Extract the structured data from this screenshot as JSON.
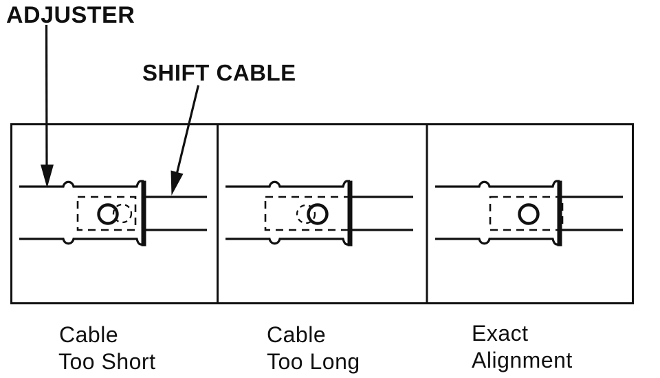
{
  "figure": {
    "callouts": {
      "adjuster": "ADJUSTER",
      "shift_cable": "SHIFT CABLE"
    },
    "panels": [
      {
        "caption_line1": "Cable",
        "caption_line2": "Too Short"
      },
      {
        "caption_line1": "Cable",
        "caption_line2": "Too Long"
      },
      {
        "caption_line1": "Exact",
        "caption_line2": "Alignment"
      }
    ],
    "colors": {
      "ink": "#101010",
      "background": "#ffffff"
    }
  }
}
